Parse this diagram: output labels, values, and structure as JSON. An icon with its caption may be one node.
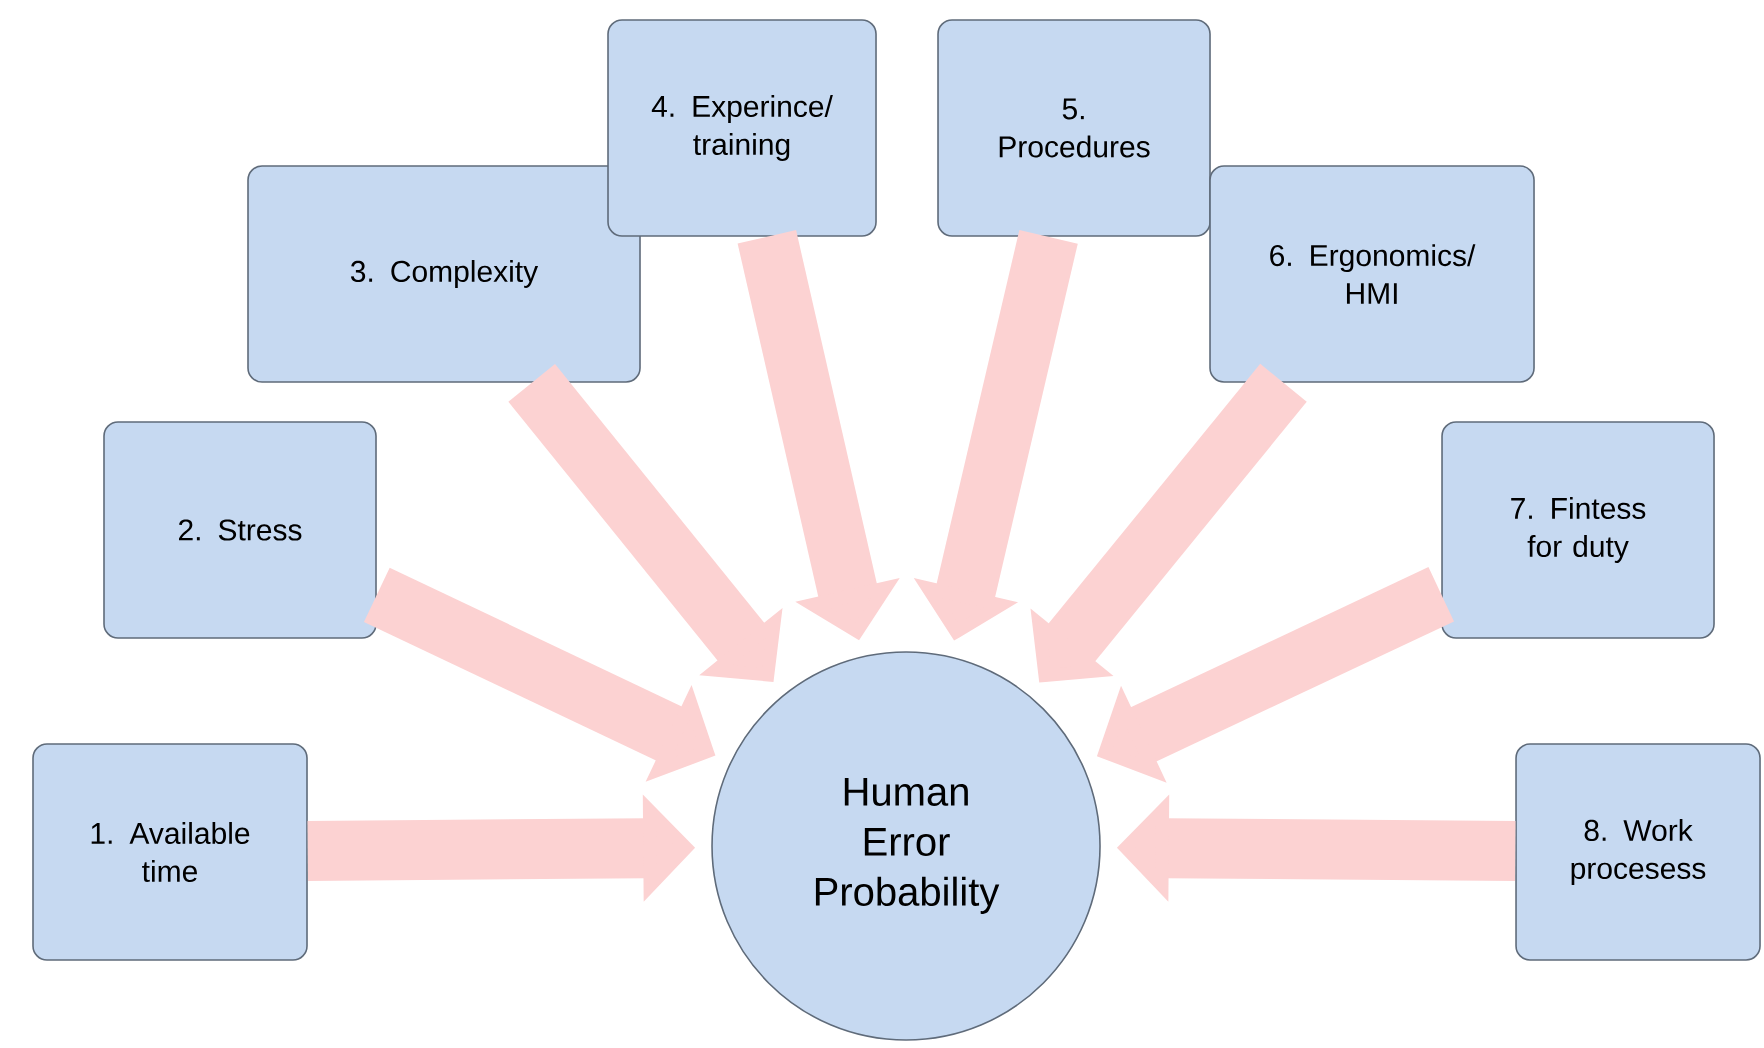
{
  "diagram": {
    "nodes": [
      {
        "text": [
          "1. Available time"
        ]
      },
      {
        "text": [
          "2. Stress"
        ]
      },
      {
        "text": [
          "3. Complexity"
        ]
      },
      {
        "text": [
          "4. Experince/ training"
        ]
      },
      {
        "text": [
          "5. Procedures"
        ]
      },
      {
        "text": [
          "6. Ergonomics/ HMI"
        ]
      },
      {
        "text": [
          "7. Fintess for duty"
        ]
      },
      {
        "text": [
          "8. Work procesess"
        ]
      },
      {
        "text": [
          "Human Error Probability"
        ]
      }
    ],
    "edges": [
      {
        "from": 0,
        "to": 8,
        "arrow": "to"
      },
      {
        "from": 1,
        "to": 8,
        "arrow": "to"
      },
      {
        "from": 2,
        "to": 8,
        "arrow": "to"
      },
      {
        "from": 3,
        "to": 8,
        "arrow": "to"
      },
      {
        "from": 4,
        "to": 8,
        "arrow": "to"
      },
      {
        "from": 5,
        "to": 8,
        "arrow": "to"
      },
      {
        "from": 6,
        "to": 8,
        "arrow": "to"
      },
      {
        "from": 7,
        "to": 8,
        "arrow": "to"
      }
    ]
  }
}
